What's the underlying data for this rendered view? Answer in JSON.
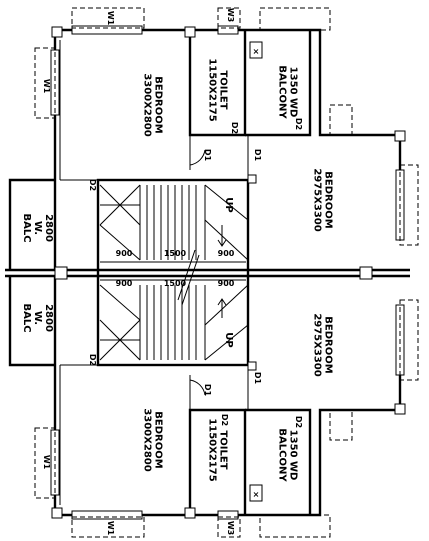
{
  "rooms": {
    "top_left_bedroom": "BEDROOM\n3300X2800",
    "top_toilet": "TOILET\n1150X2175",
    "top_wd_balcony": "1350 WD\nBALCONY",
    "top_right_bedroom": "BEDROOM\n2975X3300",
    "top_w_balc": "2800\nW.\nBALC",
    "bottom_left_bedroom": "BEDROOM\n3300X2800",
    "bottom_toilet": "TOILET\n1150X2175",
    "bottom_wd_balcony": "1350 WD\nBALCONY",
    "bottom_right_bedroom": "BEDROOM\n2975X3300",
    "bottom_w_balc": "2800\nW.\nBALC"
  },
  "door_tags": {
    "d1": "D1",
    "d2": "D2"
  },
  "window_tags": {
    "w1": "W1",
    "w3": "W3"
  },
  "stair": {
    "up": "UP",
    "dim_left": "900",
    "dim_mid": "1500",
    "dim_right": "900"
  },
  "colors": {
    "line": "#000000",
    "background": "#ffffff"
  }
}
